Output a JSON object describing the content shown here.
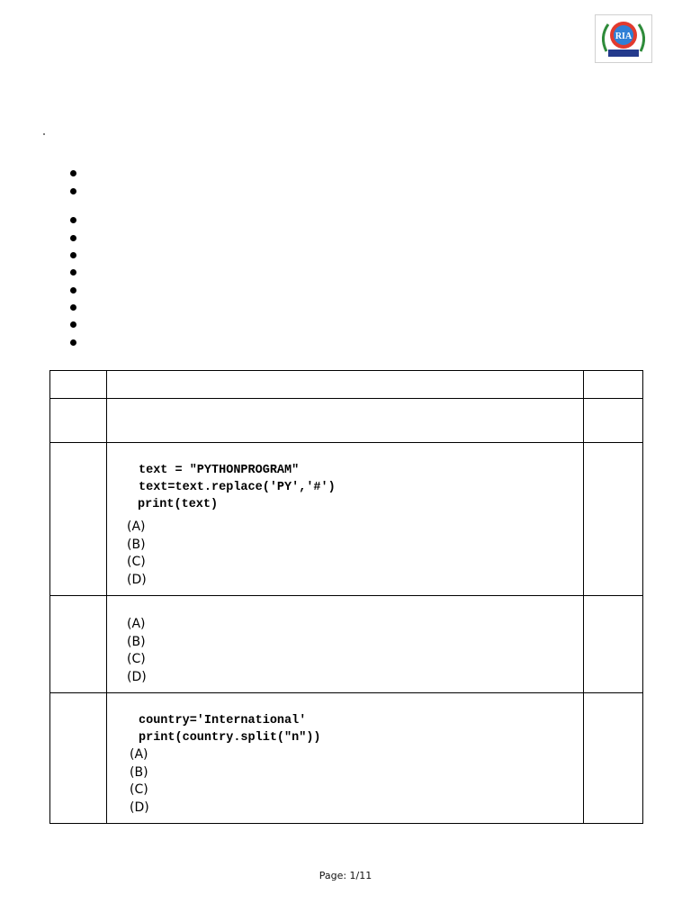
{
  "header": {
    "logo_text": "RIA"
  },
  "questions": [
    {
      "code": [
        "text = \"PYTHONPROGRAM\"",
        "text=text.replace('PY','#')",
        "print(text)"
      ],
      "options": [
        "(A)",
        "(B)",
        "(C)",
        "(D)"
      ]
    },
    {
      "code": [],
      "options": [
        "(A)",
        "(B)",
        "(C)",
        "(D)"
      ]
    },
    {
      "code": [
        "country='International'",
        "print(country.split(\"n\"))"
      ],
      "options": [
        "(A)",
        "(B)",
        "(C)",
        "(D)"
      ]
    }
  ],
  "footer": {
    "page_label": "Page: 1/11"
  }
}
